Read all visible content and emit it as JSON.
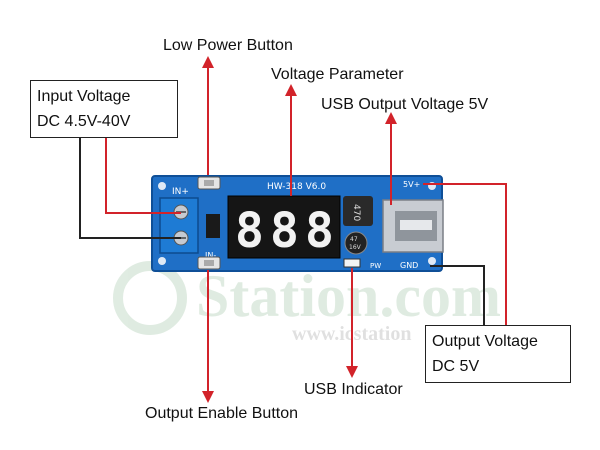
{
  "labels": {
    "low_power_button": "Low Power Button",
    "voltage_parameter": "Voltage Parameter",
    "usb_output_voltage": "USB Output Voltage 5V",
    "usb_indicator": "USB Indicator",
    "output_enable_button": "Output Enable Button"
  },
  "input_box": {
    "line1": "Input Voltage",
    "line2": "DC 4.5V-40V"
  },
  "output_box": {
    "line1": "Output Voltage",
    "line2": "DC 5V"
  },
  "board": {
    "model": "HW-318 V6.0",
    "in_plus": "IN+",
    "in_minus": "IN-",
    "vout_plus": "5V+",
    "gnd": "GND",
    "pw": "PW",
    "inductor_code": "470",
    "cap_text_1": "47",
    "cap_text_2": "16V",
    "display_digits": [
      "8",
      "8",
      "8"
    ]
  },
  "watermark": {
    "main": "Station.com",
    "sub": "www.icstation"
  },
  "colors": {
    "pcb": "#1f6fc6",
    "terminal": "#1e7bd4",
    "arrow": "#d2232a",
    "display": "#151515",
    "segment": "#f2f2f2",
    "usb_port": "#c8ccd2"
  }
}
